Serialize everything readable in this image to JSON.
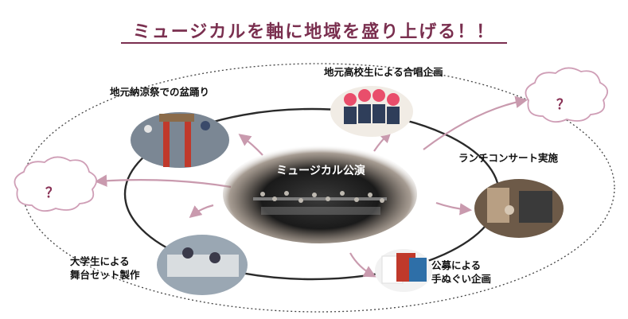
{
  "title": "ミュージカルを軸に地域を盛り上げる！！",
  "center": {
    "label": "ミュージカル公演"
  },
  "activities": [
    {
      "label": "地元納涼祭での盆踊り"
    },
    {
      "label": "地元高校生による合唱企画"
    },
    {
      "label": "ランチコンサート実施"
    },
    {
      "label": "公募による",
      "label2": "手ぬぐい企画"
    },
    {
      "label": "大学生による",
      "label2": "舞台セット製作"
    }
  ],
  "unknowns": [
    {
      "label": "？"
    },
    {
      "label": "？"
    }
  ],
  "colors": {
    "title": "#7a2f4f",
    "arrow": "#c99aae",
    "cloud_stroke": "#cf9eb6",
    "cycle": "#2a2a2a"
  }
}
